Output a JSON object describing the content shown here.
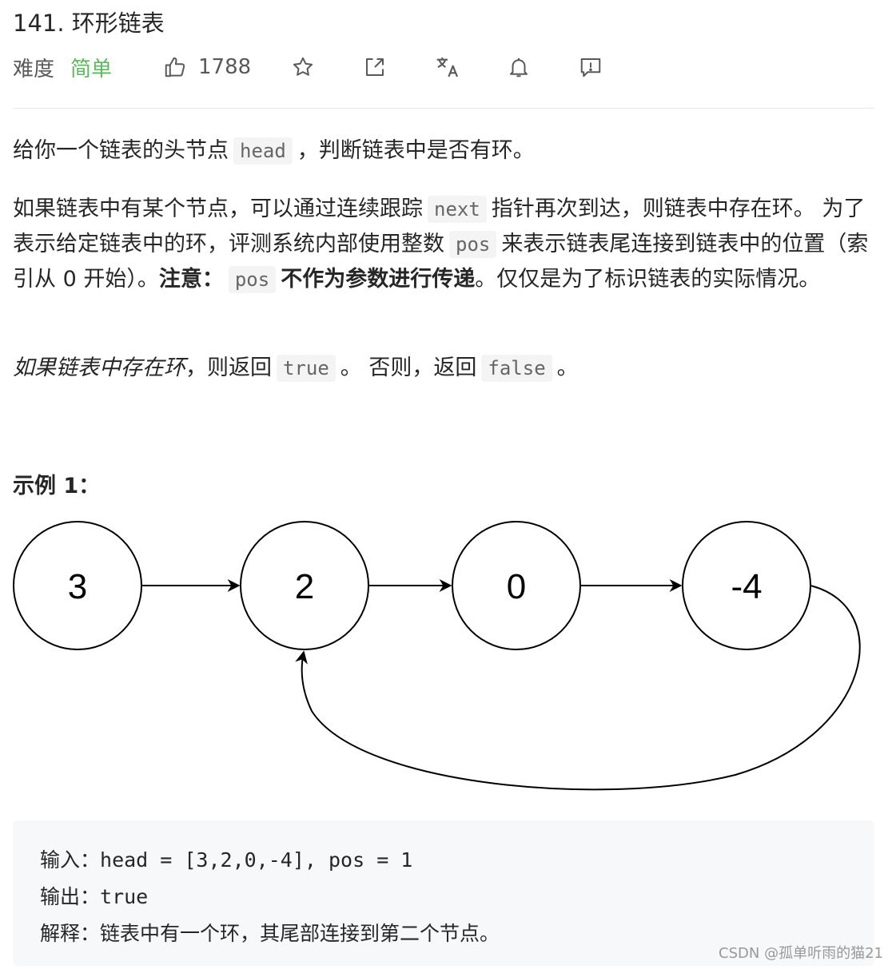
{
  "problem": {
    "title": "141. 环形链表",
    "difficulty_label": "难度",
    "difficulty_value": "简单",
    "likes": "1788"
  },
  "toolbar_icons": [
    "thumbs-up-icon",
    "star-icon",
    "share-icon",
    "translate-icon",
    "bell-icon",
    "feedback-icon"
  ],
  "colors": {
    "accent_green": "#5cb85c",
    "text": "#262626",
    "code_bg": "#f4f4f4"
  },
  "description": {
    "p1_a": "给你一个链表的头节点",
    "p1_code": "head",
    "p1_b": "，判断链表中是否有环。",
    "p2_a": "如果链表中有某个节点，可以通过连续跟踪",
    "p2_code1": "next",
    "p2_b": "指针再次到达，则链表中存在环。 为了表示给定链表中的环，评测系统内部使用整数",
    "p2_code2": "pos",
    "p2_c": "来表示链表尾连接到链表中的位置（索引从 0 开始）。",
    "p2_note": "注意：",
    "p2_code3": "pos",
    "p2_bold": "不作为参数进行传递",
    "p2_d": "。仅仅是为了标识链表的实际情况。",
    "p3_italic": "如果链表中存在环",
    "p3_a": "，则返回",
    "p3_code1": "true",
    "p3_b": "。 否则，返回",
    "p3_code2": "false",
    "p3_c": "。"
  },
  "example": {
    "title": "示例 1：",
    "nodes": [
      "3",
      "2",
      "0",
      "-4"
    ],
    "input_label": "输入：",
    "input_value": "head = [3,2,0,-4], pos = 1",
    "output_label": "输出：",
    "output_value": "true",
    "explain_label": "解释：",
    "explain_value": "链表中有一个环，其尾部连接到第二个节点。"
  },
  "watermark": "CSDN @孤单听雨的猫21"
}
